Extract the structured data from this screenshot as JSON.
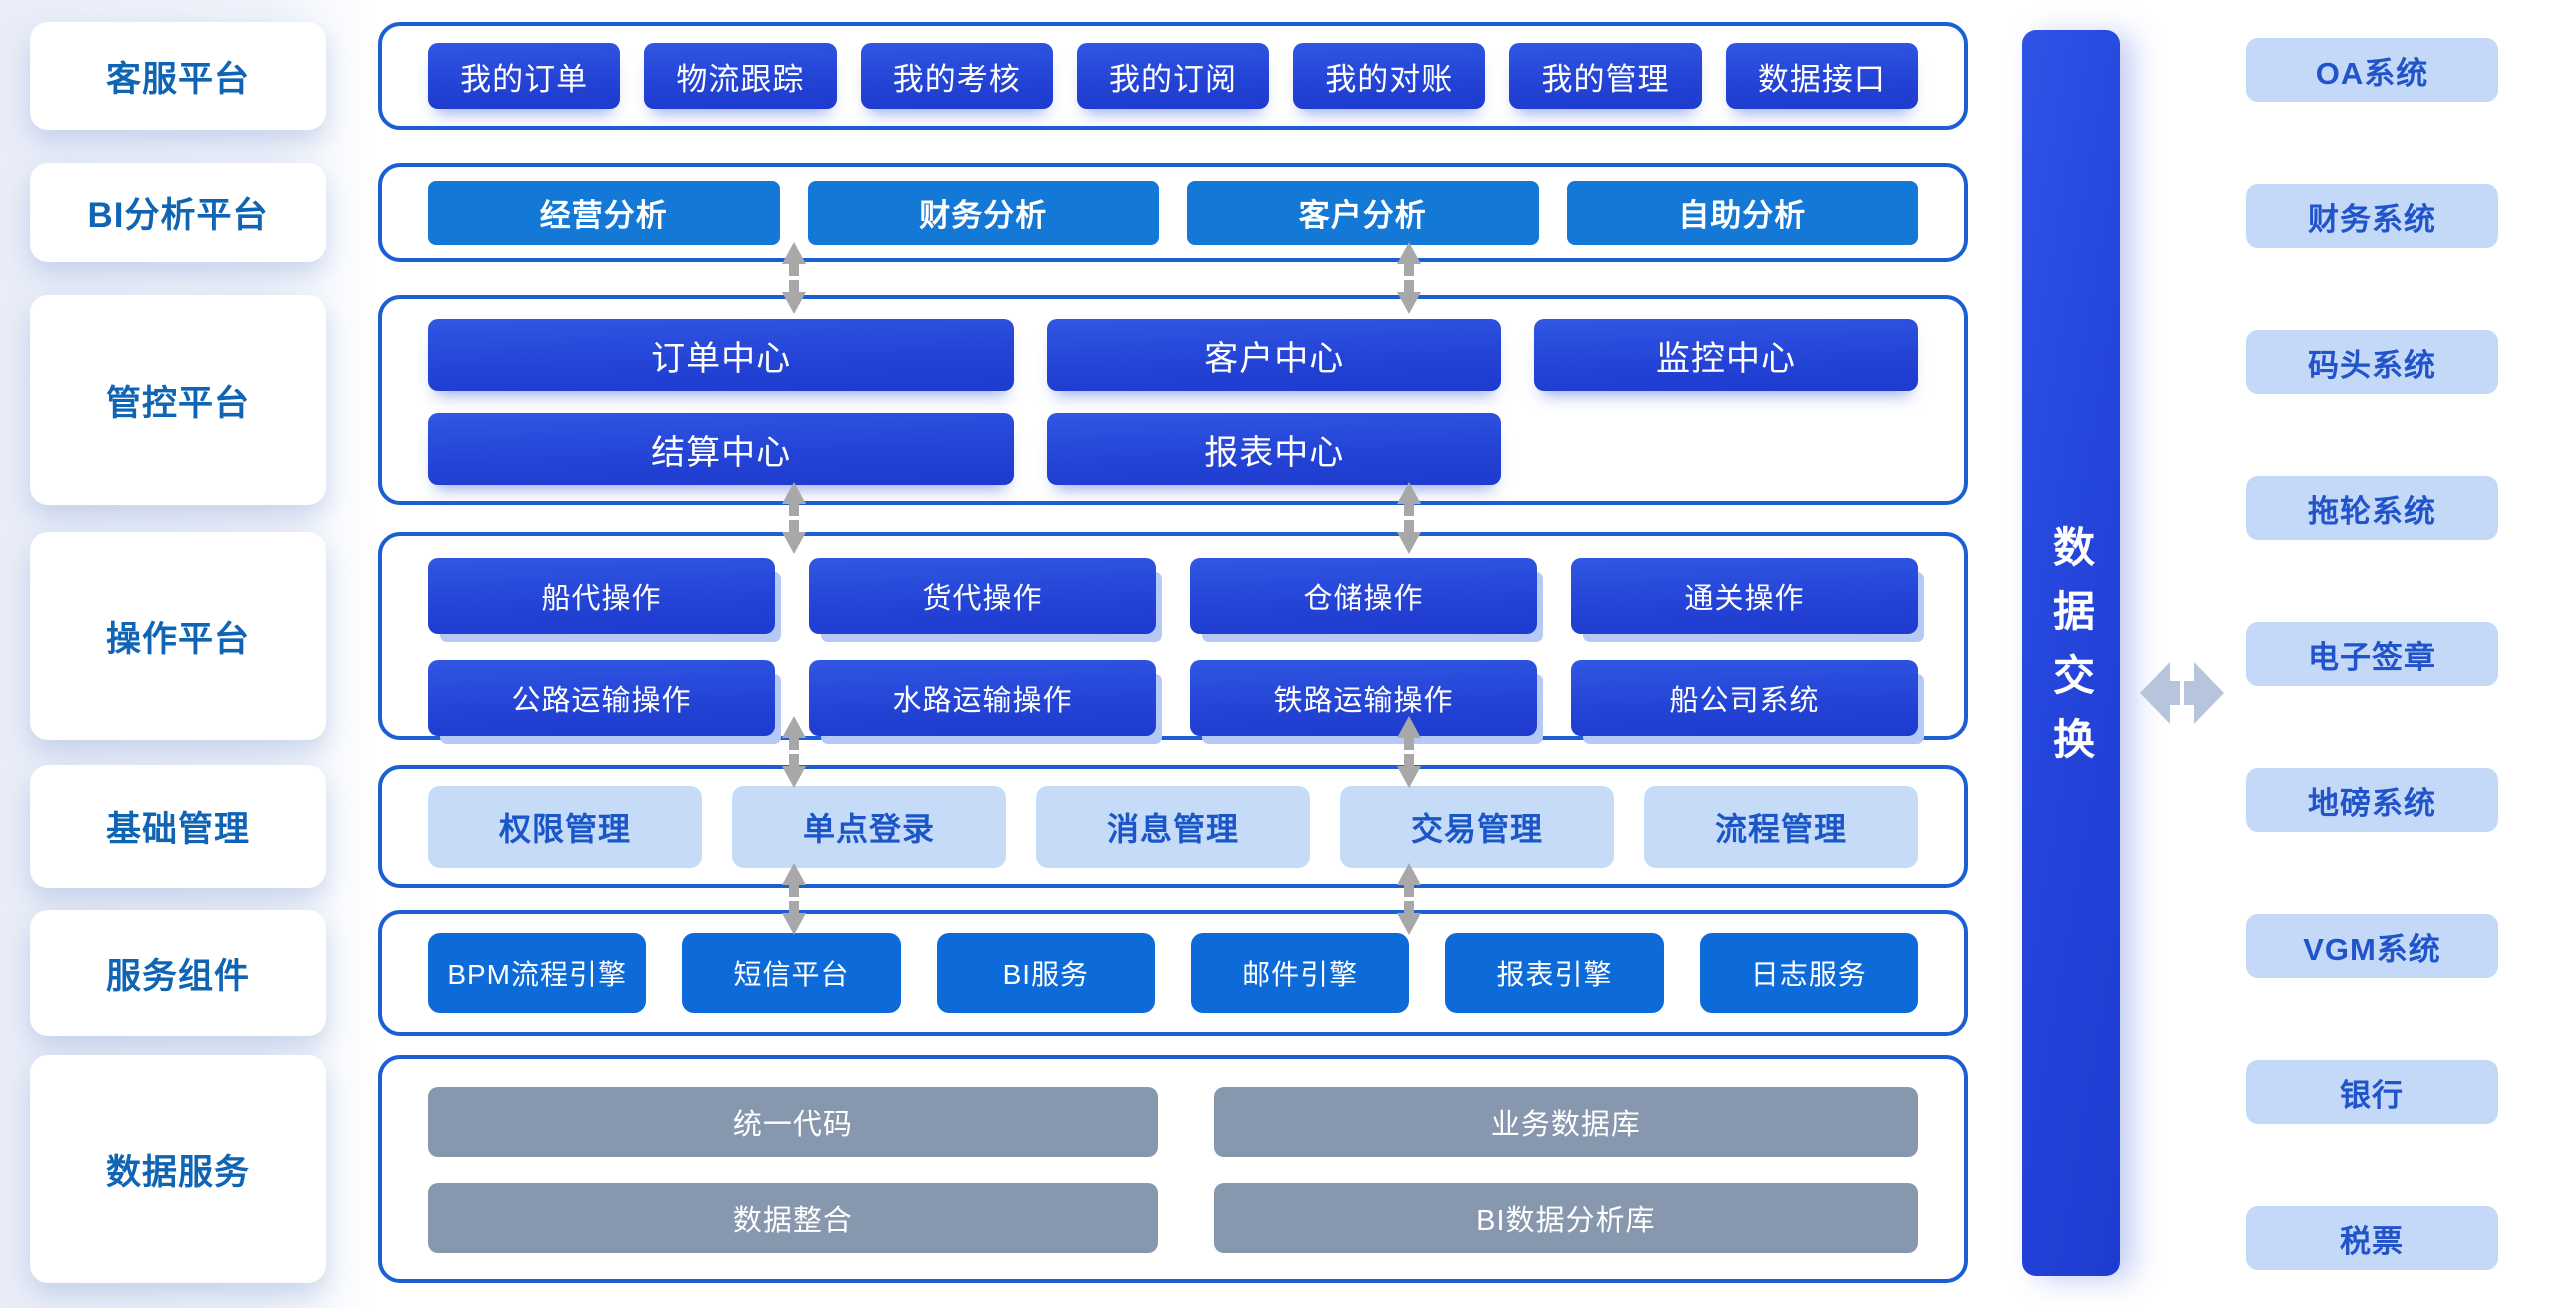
{
  "palette": {
    "panel_border": "#1a5fd4",
    "royal_blue": "#2444d6",
    "azure_blue": "#1478d6",
    "azure_dark": "#0c6bd8",
    "light_blue_bg": "#c5dbf8",
    "light_blue_text": "#1b56c9",
    "gray_bar": "#8697ae",
    "sidebar_text": "#0f64b4",
    "external_card_bg": "#c4d9f7",
    "external_card_text": "#2153cb",
    "flow_arrow_gray": "#a8a8a8",
    "exchange_arrow_blue": "#b6c5db",
    "exchange_bar_gradient": [
      "#2e54e6",
      "#1e3cd0"
    ]
  },
  "sidebar": {
    "items": [
      {
        "label": "客服平台"
      },
      {
        "label": "BI分析平台"
      },
      {
        "label": "管控平台"
      },
      {
        "label": "操作平台"
      },
      {
        "label": "基础管理"
      },
      {
        "label": "服务组件"
      },
      {
        "label": "数据服务"
      }
    ]
  },
  "platforms": {
    "customer_service": {
      "modules": [
        "我的订单",
        "物流跟踪",
        "我的考核",
        "我的订阅",
        "我的对账",
        "我的管理",
        "数据接口"
      ]
    },
    "bi_analysis": {
      "modules": [
        "经营分析",
        "财务分析",
        "客户分析",
        "自助分析"
      ]
    },
    "control": {
      "row1": [
        "订单中心",
        "客户中心",
        "监控中心"
      ],
      "row2": [
        "结算中心",
        "报表中心"
      ]
    },
    "operation": {
      "row1": [
        "船代操作",
        "货代操作",
        "仓储操作",
        "通关操作"
      ],
      "row2": [
        "公路运输操作",
        "水路运输操作",
        "铁路运输操作",
        "船公司系统"
      ]
    },
    "basic_management": {
      "modules": [
        "权限管理",
        "单点登录",
        "消息管理",
        "交易管理",
        "流程管理"
      ]
    },
    "service_components": {
      "modules": [
        "BPM流程引擎",
        "短信平台",
        "BI服务",
        "邮件引擎",
        "报表引擎",
        "日志服务"
      ]
    },
    "data_service": {
      "row1": [
        "统一代码",
        "业务数据库"
      ],
      "row2": [
        "数据整合",
        "BI数据分析库"
      ]
    }
  },
  "data_exchange": {
    "label": "数据交换"
  },
  "external_systems": [
    {
      "label": "OA系统"
    },
    {
      "label": "财务系统"
    },
    {
      "label": "码头系统"
    },
    {
      "label": "拖轮系统"
    },
    {
      "label": "电子签章"
    },
    {
      "label": "地磅系统"
    },
    {
      "label": "VGM系统"
    },
    {
      "label": "银行"
    },
    {
      "label": "税票"
    }
  ]
}
